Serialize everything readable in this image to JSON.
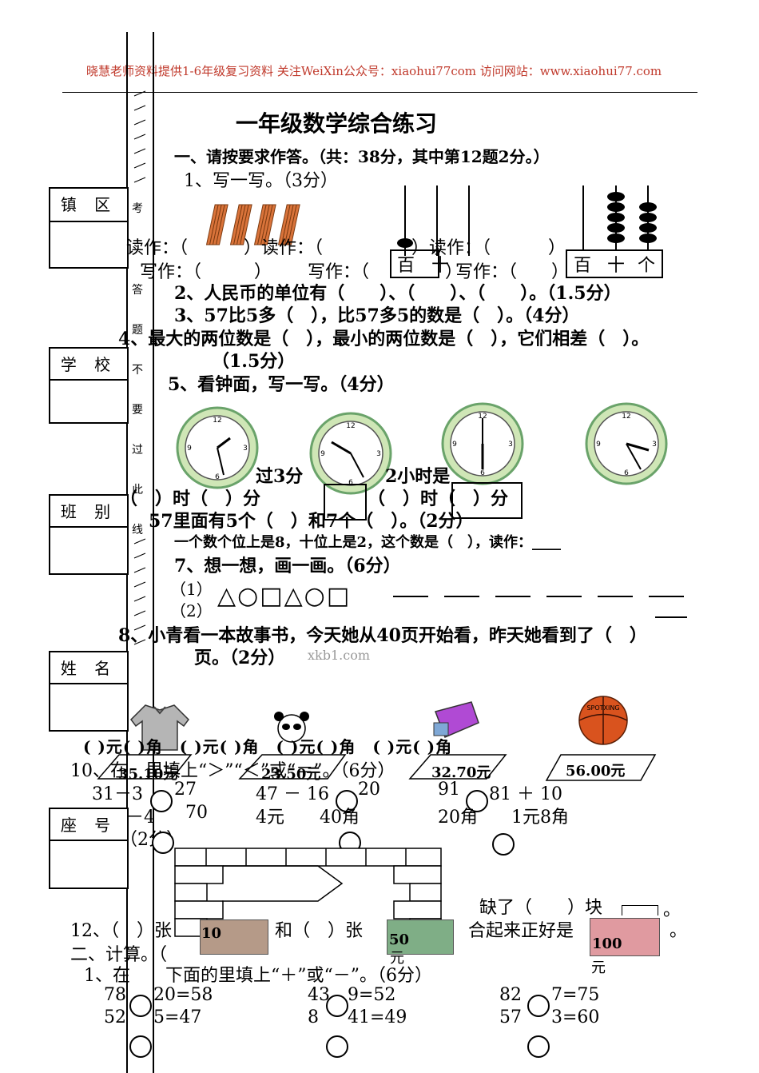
{
  "header": "晓慧老师资料提供1-6年级复习资料 关注WeiXin公众号：xiaohui77com 访问网站：www.xiaohui77.com",
  "title": "一年级数学综合练习",
  "sidebar": {
    "labels": [
      "镇 区",
      "学 校",
      "班 别",
      "姓 名",
      "座 号"
    ],
    "notice": [
      "考",
      "答",
      "题",
      "不",
      "要",
      "过",
      "此",
      "线"
    ]
  },
  "section1": {
    "heading": "一、请按要求作答。（共：38分，其中第12题2分。）",
    "q1": "1、写一写。（3分）",
    "read_row": [
      "读作：（",
      "）读作：（",
      "）",
      "读作：（",
      "）"
    ],
    "write_row": [
      "写作：（",
      "）",
      "写作：（",
      "）",
      "写作：（",
      "）"
    ],
    "abacus_labels_1": [
      "百",
      "十",
      "个"
    ],
    "abacus_labels_2": [
      "百",
      "十",
      "个"
    ],
    "q2": "2、人民币的单位有（　　）、（　　）、（　　）。（1.5分）",
    "q3": "3、57比5多（　），比57多5的数是（　）。（4分）",
    "q4": "4、最大的两位数是（　），最小的两位数是（　），它们相差（　）。",
    "q4_score": "（1.5分）",
    "q5": "5、看钟面，写一写。（4分）",
    "q5_fragments": [
      "过3分",
      "2小时是"
    ],
    "q5_answers": [
      "（　）时（　）分",
      "（　）时（　）分"
    ],
    "q6a": "57里面有5个（　）和7个（　）。（2分）",
    "q6b": "一个数个位上是8，十位上是2，这个数是（　），读作：____",
    "q7": "7、想一想，画一画。（6分）",
    "q7_rows": [
      "（1）",
      "（2）"
    ],
    "q7_shapes": "△○□△○□",
    "q8": "8、小青看一本故事书，今天她从40页开始看，昨天她看到了（　）",
    "q8b": "页。（2分）",
    "watermark": "xkb1.com",
    "q9_answers": "( )元( )角　( )元( )角　( )元( )角　( )元( )角",
    "prices": [
      "35.10元",
      "23.50元",
      "32.70元",
      "56.00元"
    ],
    "q10": "10、在　里填上“＞”“＜”或“＝”。（6分）",
    "q10_row1": [
      "31－3",
      "27",
      "47 － 16",
      "20",
      "91",
      "81 ＋ 10"
    ],
    "q10_row2": [
      "－4",
      "70",
      "4元",
      "40角",
      "20角",
      "1元8角"
    ],
    "q11_score": "（2分）",
    "q11_text": "缺了（　　）块",
    "q11_end": "。",
    "q12": [
      "12、（　）张",
      "和（　）张",
      "合起来正好是",
      "。"
    ],
    "notes": [
      "10",
      "50",
      "100"
    ],
    "note_unit": "元"
  },
  "section2": {
    "heading": "二、计算。（",
    "q1": "1、在　　下面的里填上“＋”或“－”。（6分）",
    "row1": [
      "78",
      "20=58",
      "43",
      "9=52",
      "82",
      "7=75"
    ],
    "row2": [
      "52",
      "5=47",
      "8",
      "41=49",
      "57",
      "3=60"
    ]
  }
}
